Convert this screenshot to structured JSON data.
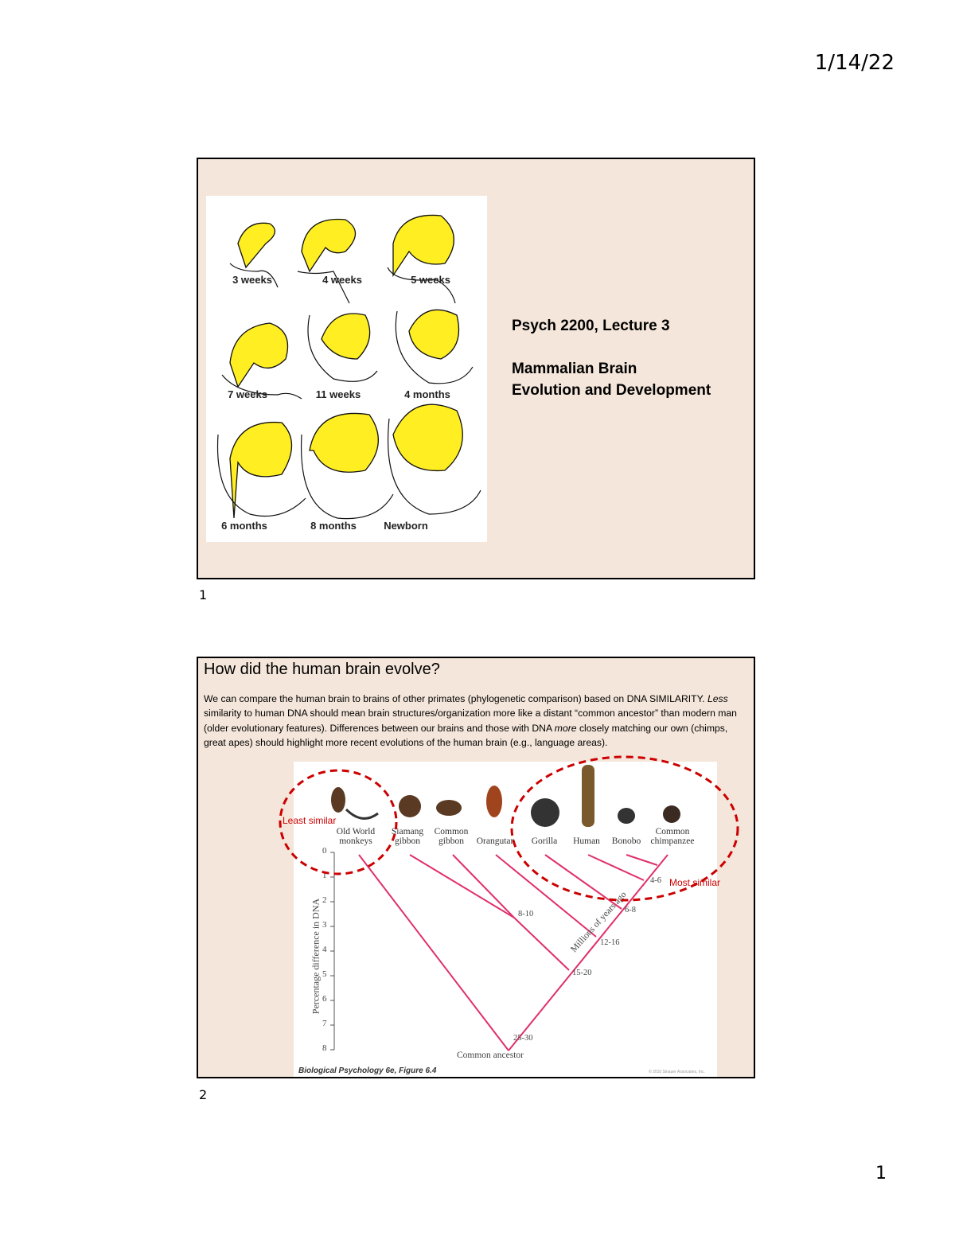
{
  "header": {
    "date": "1/14/22"
  },
  "footer": {
    "page_number": "1"
  },
  "slides": [
    {
      "number": "1",
      "brain_stages": [
        "3 weeks",
        "4 weeks",
        "5 weeks",
        "7 weeks",
        "11 weeks",
        "4 months",
        "6 months",
        "8 months",
        "Newborn"
      ],
      "course": "Psych 2200, Lecture 3",
      "topic_line1": "Mammalian Brain",
      "topic_line2": "Evolution and Development"
    },
    {
      "number": "2",
      "title": "How did the human brain evolve?",
      "body": {
        "s1": "We can compare the human brain to brains of other primates (phylogenetic comparison) based on DNA SIMILARITY.",
        "s2_em": "Less",
        "s2": " similarity to human DNA should mean brain structures/organization more like a distant “common ancestor” than modern man (older evolutionary features). Differences between our brains and those with DNA ",
        "s3_em": "more",
        "s3": " closely matching our own (chimps, great apes) should highlight more recent evolutions of the human brain (e.g., language areas)."
      },
      "figure": {
        "species": [
          {
            "line1": "Old World",
            "line2": "monkeys"
          },
          {
            "line1": "Siamang",
            "line2": "gibbon"
          },
          {
            "line1": "Common",
            "line2": "gibbon"
          },
          {
            "line1": "Orangutan",
            "line2": ""
          },
          {
            "line1": "Gorilla",
            "line2": ""
          },
          {
            "line1": "Human",
            "line2": ""
          },
          {
            "line1": "Bonobo",
            "line2": ""
          },
          {
            "line1": "Common",
            "line2": "chimpanzee"
          }
        ],
        "axis_label": "Percentage difference in DNA",
        "axis_ticks": [
          "0",
          "1",
          "2",
          "3",
          "4",
          "5",
          "6",
          "7",
          "8"
        ],
        "node_labels": [
          "4-6",
          "6-8",
          "8-10",
          "12-16",
          "15-20",
          "25-30"
        ],
        "root_label": "Common ancestor",
        "time_label": "Millions of years ago",
        "caption": "Biological Psychology 6e, Figure 6.4",
        "copyright": "© 2010 Sinauer Associates, Inc.",
        "annotation_least": "Least similar",
        "annotation_most": "Most similar",
        "annotation_color": "#cc0000",
        "branch_color": "#e0306a"
      }
    }
  ]
}
